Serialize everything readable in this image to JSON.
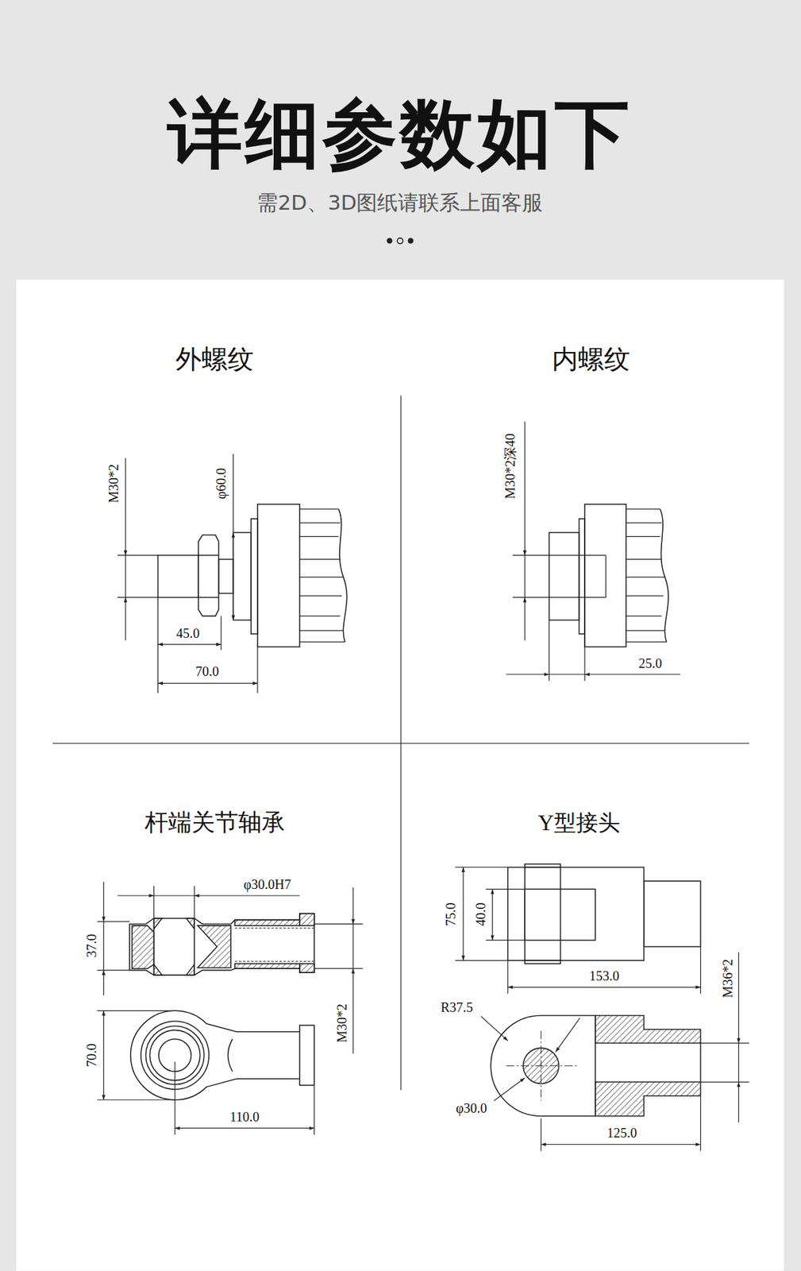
{
  "diagram": {
    "title": "详细参数如下",
    "labels": [
      "需2D、3D图纸请联系上面客服",
      "外螺纹",
      "M30*2",
      "φ60.0",
      "45.0",
      "70.0",
      "内螺纹",
      "M30*2深40",
      "25.0",
      "杆端关节轴承",
      "φ30.0H7",
      "37.0",
      "M30*2",
      "70.0",
      "110.0",
      "Y型接头",
      "75.0",
      "40.0",
      "153.0",
      "M36*2",
      "R37.5",
      "φ30.0",
      "125.0"
    ]
  }
}
